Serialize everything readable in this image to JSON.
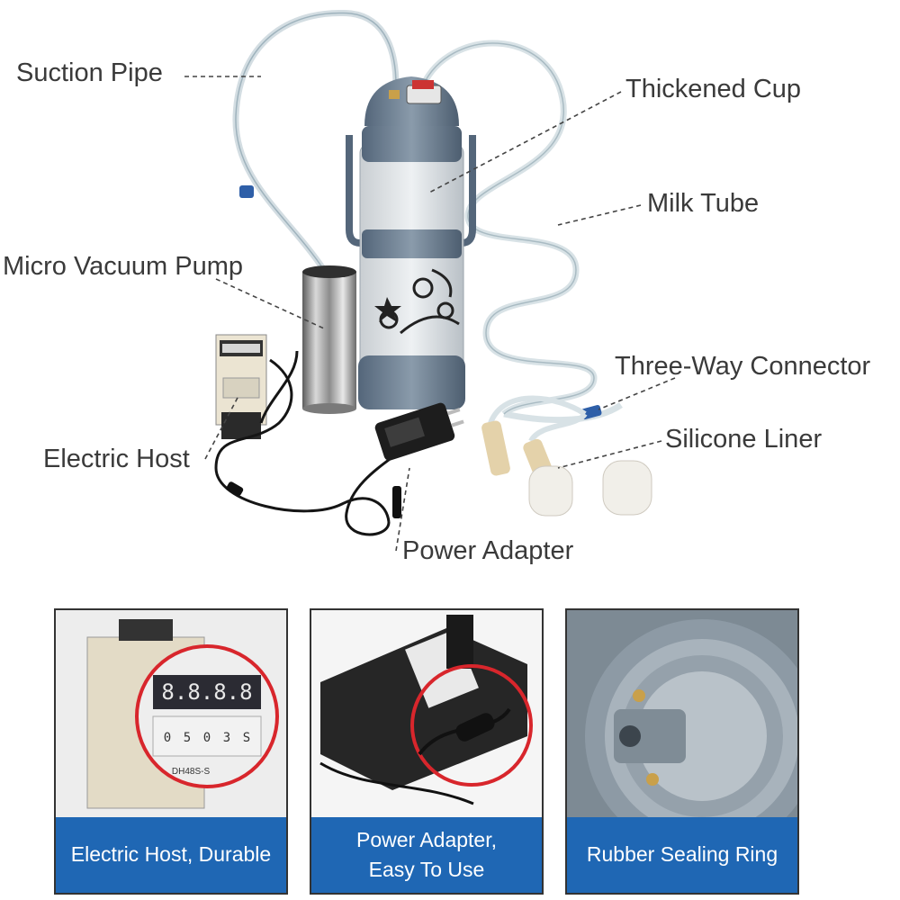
{
  "callouts": {
    "suction_pipe": "Suction Pipe",
    "thickened_cup": "Thickened Cup",
    "milk_tube": "Milk Tube",
    "micro_vacuum_pump": "Micro Vacuum Pump",
    "three_way_connector": "Three-Way Connector",
    "silicone_liner": "Silicone Liner",
    "electric_host": "Electric Host",
    "power_adapter": "Power Adapter"
  },
  "panels": [
    {
      "caption": [
        "Electric Host, Durable"
      ],
      "display_digits": "8.8.8.8",
      "dial_digits": [
        "0",
        "5",
        "0",
        "3",
        "S"
      ],
      "model_label": "DH48S-S"
    },
    {
      "caption": [
        "Power Adapter,",
        "Easy To Use"
      ]
    },
    {
      "caption": [
        "Rubber Sealing Ring"
      ]
    }
  ],
  "colors": {
    "caption_bg": "#1f67b4",
    "highlight_circle": "#d8262c",
    "cup_gray": "#6a7d8c"
  }
}
